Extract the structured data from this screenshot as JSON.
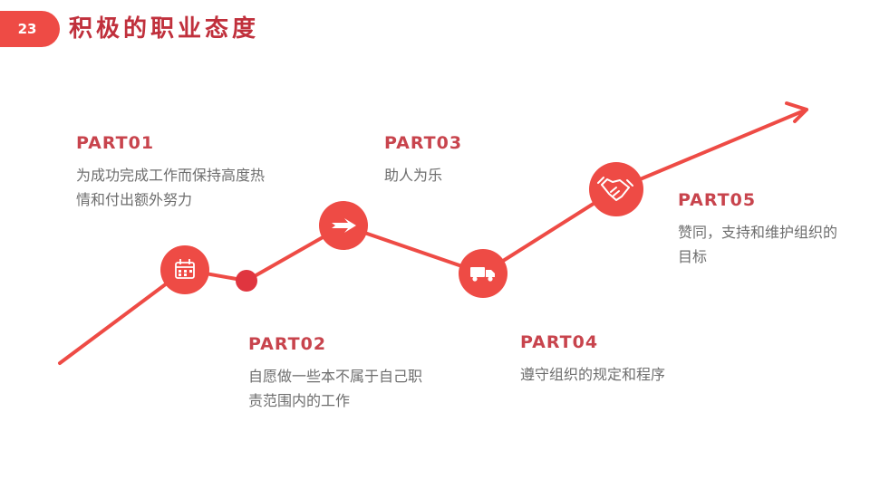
{
  "header": {
    "page_number": "23",
    "title": "积极的职业态度"
  },
  "colors": {
    "accent": "#ee4b45",
    "title": "#c0303c",
    "heading": "#c8444d",
    "body_text": "#6e6e6e",
    "small_dot": "#e0353f"
  },
  "parts": [
    {
      "heading": "PART01",
      "body": "为成功完成工作而保持高度热情和付出额外努力",
      "icon": "calendar-icon"
    },
    {
      "heading": "PART02",
      "body": "自愿做一些本不属于自己职责范围内的工作",
      "icon": "dot"
    },
    {
      "heading": "PART03",
      "body": "助人为乐",
      "icon": "arrow-icon"
    },
    {
      "heading": "PART04",
      "body": "遵守组织的规定和程序",
      "icon": "truck-icon"
    },
    {
      "heading": "PART05",
      "body": "赞同，支持和维护组织的目标",
      "icon": "handshake-icon"
    }
  ]
}
